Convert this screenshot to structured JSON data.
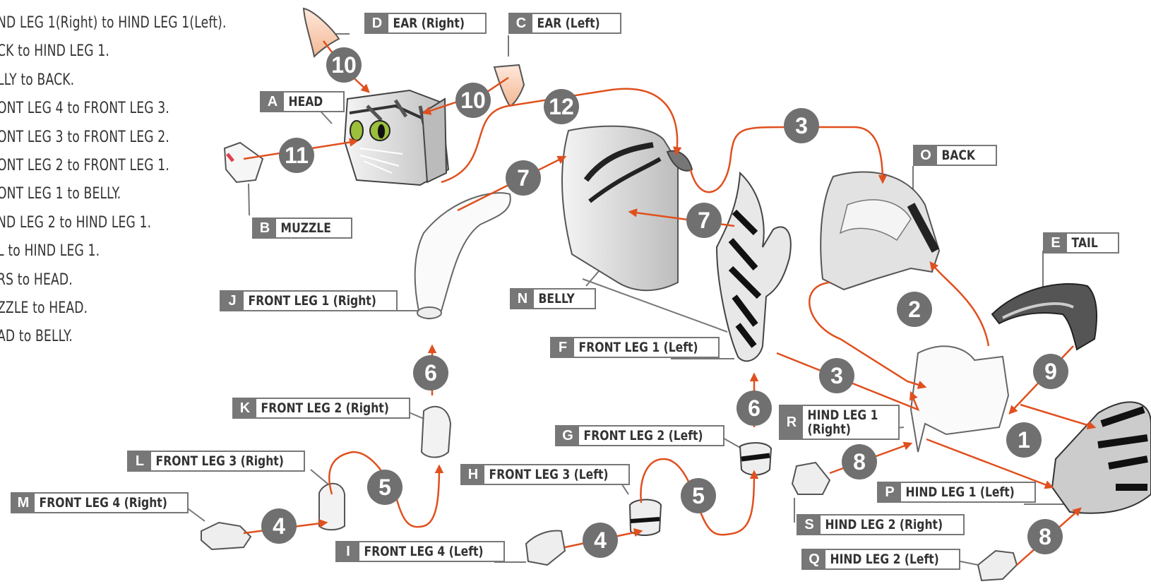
{
  "instructions": [
    "ND LEG 1(Right) to HIND LEG 1(Left).",
    "CK to HIND LEG 1.",
    "LLY to BACK.",
    "ONT LEG 4 to FRONT LEG 3.",
    "ONT LEG 3 to FRONT LEG 2.",
    "ONT LEG 2 to FRONT LEG 1.",
    "ONT LEG 1 to BELLY.",
    "ND LEG 2 to HIND LEG 1.",
    "L to HIND LEG 1.",
    "RS to HEAD.",
    "ZZLE to HEAD.",
    "AD to BELLY."
  ],
  "parts": {
    "D": {
      "letter": "D",
      "name": "EAR (Right)"
    },
    "C": {
      "letter": "C",
      "name": "EAR (Left)"
    },
    "A": {
      "letter": "A",
      "name": "HEAD"
    },
    "B": {
      "letter": "B",
      "name": "MUZZLE"
    },
    "O": {
      "letter": "O",
      "name": "BACK"
    },
    "E": {
      "letter": "E",
      "name": "TAIL"
    },
    "J": {
      "letter": "J",
      "name": "FRONT LEG 1 (Right)"
    },
    "N": {
      "letter": "N",
      "name": "BELLY"
    },
    "F": {
      "letter": "F",
      "name": "FRONT LEG 1 (Left)"
    },
    "K": {
      "letter": "K",
      "name": "FRONT LEG 2 (Right)"
    },
    "R": {
      "letter": "R",
      "name": "HIND LEG 1\n(Right)"
    },
    "G": {
      "letter": "G",
      "name": "FRONT LEG 2 (Left)"
    },
    "L": {
      "letter": "L",
      "name": "FRONT LEG 3 (Right)"
    },
    "H": {
      "letter": "H",
      "name": "FRONT LEG 3 (Left)"
    },
    "M": {
      "letter": "M",
      "name": "FRONT LEG 4 (Right)"
    },
    "P": {
      "letter": "P",
      "name": "HIND LEG 1 (Left)"
    },
    "S": {
      "letter": "S",
      "name": "HIND LEG 2 (Right)"
    },
    "I": {
      "letter": "I",
      "name": "FRONT LEG 4 (Left)"
    },
    "Q": {
      "letter": "Q",
      "name": "HIND LEG 2 (Left)"
    }
  },
  "steps": {
    "s10a": "10",
    "s10b": "10",
    "s11": "11",
    "s12": "12",
    "s7a": "7",
    "s7b": "7",
    "s3a": "3",
    "s3b": "3",
    "s2": "2",
    "s9": "9",
    "s1": "1",
    "s6a": "6",
    "s6b": "6",
    "s5a": "5",
    "s5b": "5",
    "s4a": "4",
    "s4b": "4",
    "s8a": "8",
    "s8b": "8"
  },
  "colors": {
    "arrow": "#e0501e",
    "badge": "#707070",
    "label_border": "#777777",
    "outline": "#555555"
  }
}
